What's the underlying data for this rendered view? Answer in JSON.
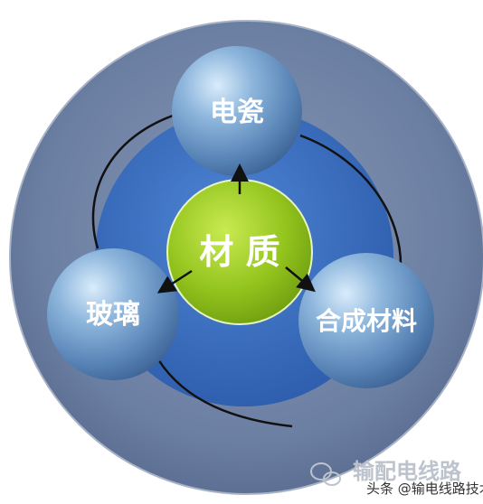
{
  "diagram": {
    "center": {
      "label": "材 质",
      "color": "#8fc31f"
    },
    "nodes": [
      {
        "id": "porcelain",
        "label": "电瓷"
      },
      {
        "id": "glass",
        "label": "玻璃"
      },
      {
        "id": "composite",
        "label": "合成材料"
      }
    ],
    "colors": {
      "outer_ring": "#6d84a8",
      "inner_disc": "#3f6fc2",
      "node": "#5f8fbf"
    }
  },
  "watermark": {
    "main_text": "输配电线路",
    "source_text": "头条 @输电线路技术"
  }
}
